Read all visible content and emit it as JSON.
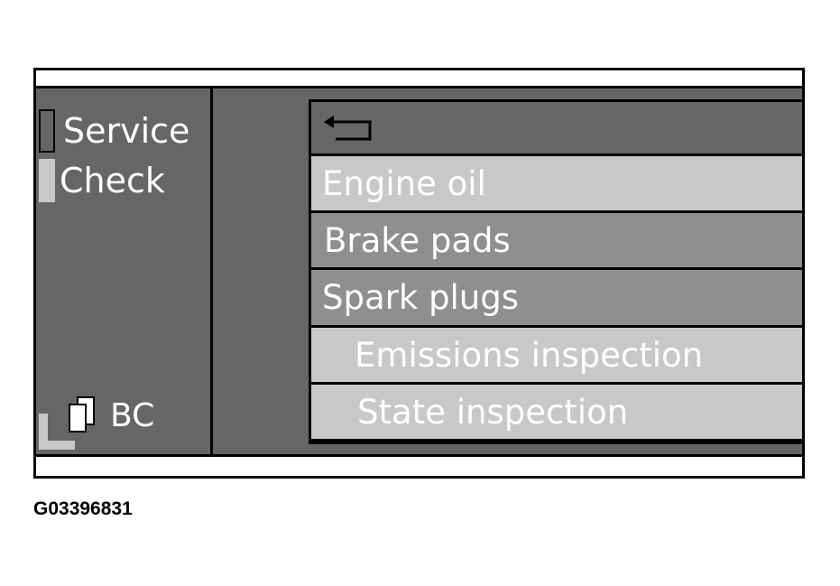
{
  "sidebar": {
    "items": [
      {
        "label": "Service",
        "state": "unselected"
      },
      {
        "label": "Check",
        "state": "selected"
      }
    ],
    "bc_label": "BC"
  },
  "menu": {
    "back_icon": "return-arrow-icon",
    "items": [
      {
        "label": "Engine oil",
        "shade": "light"
      },
      {
        "label": "Brake pads",
        "shade": "mid"
      },
      {
        "label": "Spark plugs",
        "shade": "mid"
      },
      {
        "label": "Emissions inspection",
        "shade": "light"
      },
      {
        "label": "State inspection",
        "shade": "light"
      }
    ]
  },
  "footer": {
    "figure_id": "G03396831"
  },
  "colors": {
    "display_background": "#666666",
    "highlight_light": "#c8c8c8",
    "highlight_mid": "#8f8f8f",
    "text": "#ffffff",
    "border": "#000000"
  }
}
